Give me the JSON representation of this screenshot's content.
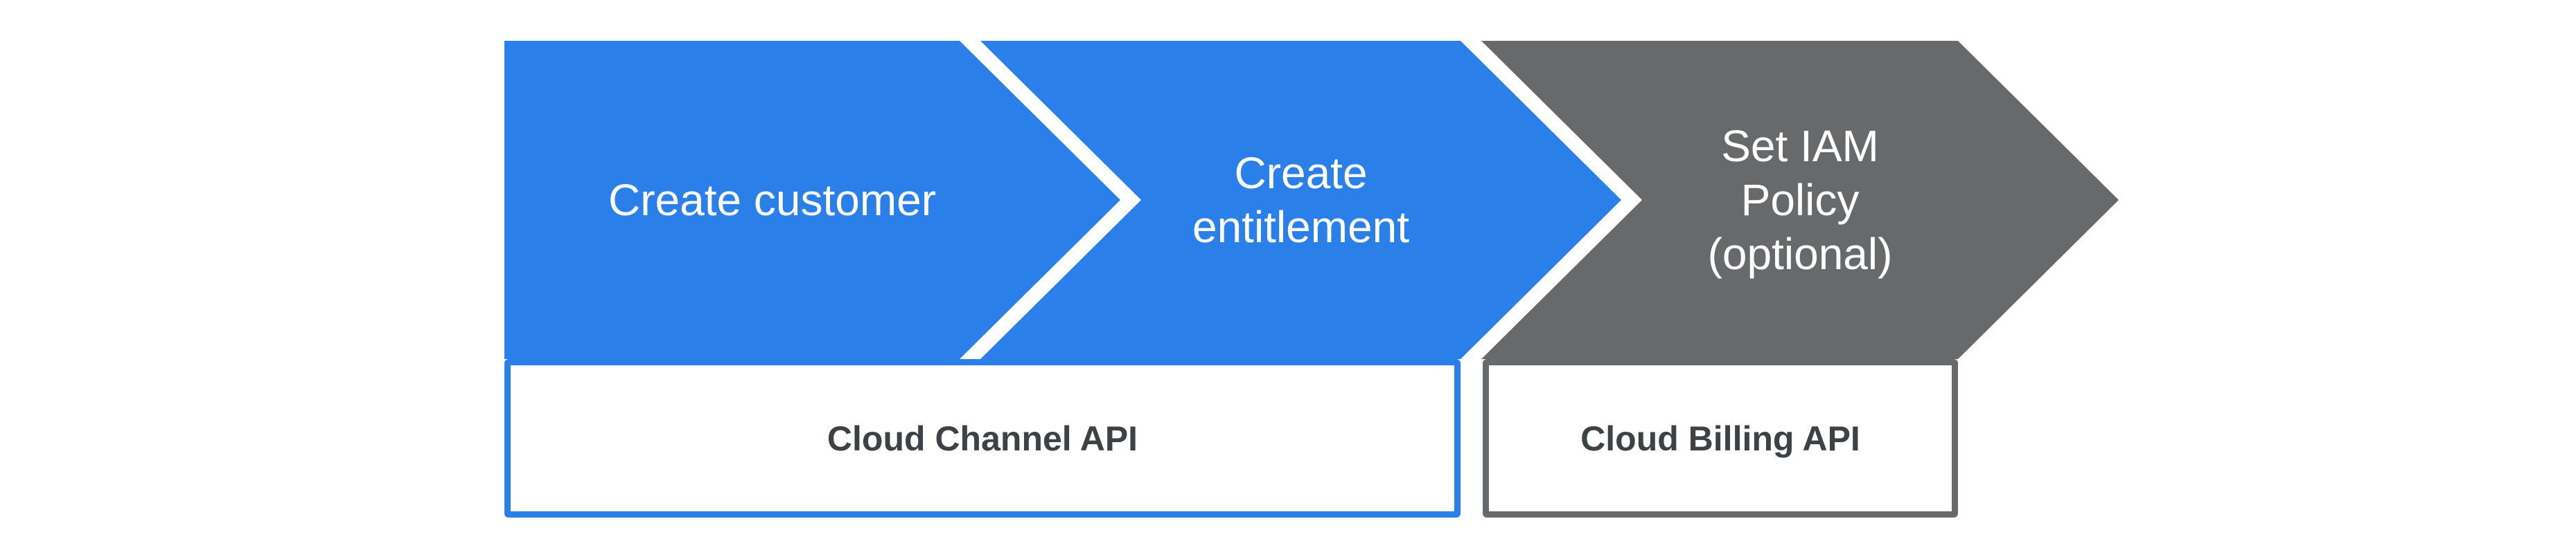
{
  "diagram": {
    "type": "process-flow",
    "background": "#FFFFFF",
    "colors": {
      "step_blue": "#2A7FE9",
      "step_gray": "#67696B",
      "step_text": "#FFFFFF",
      "box_label_text": "#3E4245",
      "box_fill": "#FFFFFF"
    },
    "steps": [
      {
        "id": "create-customer",
        "full_label": "Create customer",
        "lines": [
          "Create customer"
        ],
        "fill": "#2A7FE9",
        "text_color": "#FFFFFF"
      },
      {
        "id": "create-entitlement",
        "full_label": "Create entitlement",
        "lines": [
          "Create",
          "entitlement"
        ],
        "fill": "#2A7FE9",
        "text_color": "#FFFFFF"
      },
      {
        "id": "set-iam-policy",
        "full_label": "Set IAM Policy (optional)",
        "lines": [
          "Set IAM",
          "Policy",
          "(optional)"
        ],
        "fill": "#67696B",
        "text_color": "#FFFFFF"
      }
    ],
    "api_boxes": [
      {
        "id": "cloud-channel-api",
        "label": "Cloud Channel API",
        "border_color": "#2A7FE9",
        "covers_steps": [
          "Create customer",
          "Create entitlement"
        ]
      },
      {
        "id": "cloud-billing-api",
        "label": "Cloud Billing API",
        "border_color": "#67696B",
        "covers_steps": [
          "Set IAM Policy (optional)"
        ]
      }
    ]
  }
}
